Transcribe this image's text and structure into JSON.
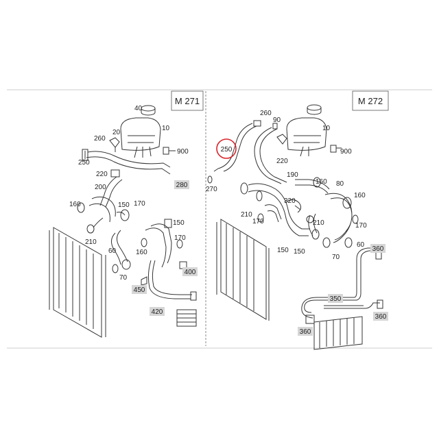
{
  "panels": {
    "left": {
      "title": "M 271",
      "labels": {
        "40": "40",
        "20": "20",
        "10": "10",
        "260": "260",
        "900": "900",
        "250": "250",
        "220": "220",
        "200": "200",
        "160": "160",
        "150": "150",
        "170": "170",
        "210": "210",
        "60": "60",
        "70": "70"
      },
      "boxed": {
        "280": "280",
        "400": "400",
        "450": "450",
        "420": "420"
      }
    },
    "right": {
      "title": "M 272",
      "labels": {
        "260": "260",
        "90": "90",
        "10": "10",
        "900": "900",
        "270": "270",
        "220": "220",
        "190": "190",
        "80": "80",
        "320": "320",
        "160": "160",
        "170": "170",
        "210": "210",
        "150": "150",
        "70": "70",
        "60": "60"
      },
      "highlight": "250",
      "boxed": {
        "360a": "360",
        "350": "350",
        "360b": "360",
        "360c": "360"
      }
    }
  },
  "colors": {
    "line": "#333333",
    "box_fill": "#d6d6d6",
    "highlight": "#d9232a",
    "divider": "#888888"
  }
}
